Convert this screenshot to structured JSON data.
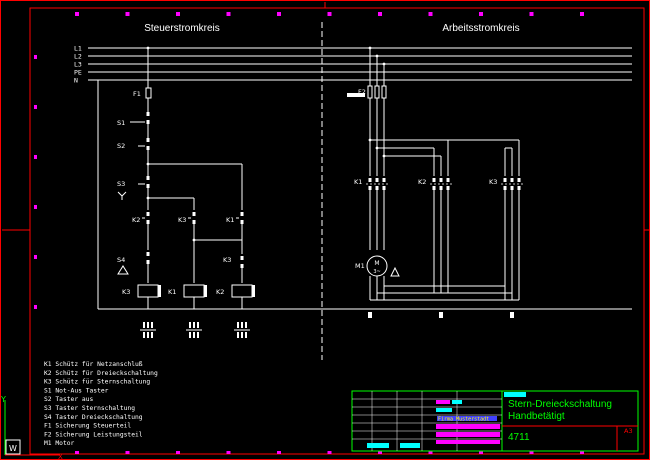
{
  "headers": {
    "left": "Steuerstromkreis",
    "right": "Arbeitsstromkreis"
  },
  "bus_labels": [
    "L1",
    "L2",
    "L3",
    "PE",
    "N"
  ],
  "control": {
    "fuse": "F1",
    "switches": [
      "S1",
      "S2",
      "S3",
      "S4"
    ],
    "contacts": [
      "K2",
      "K3",
      "K1",
      "K3"
    ],
    "coils": [
      "K3",
      "K1",
      "K2"
    ]
  },
  "power": {
    "fuse": "F2",
    "contactors": [
      "K1",
      "K2",
      "K3"
    ],
    "motor": "M1",
    "motor_symbol": "M",
    "motor_phase": "3~"
  },
  "legend": [
    "K1 Schütz für Netzanschluß",
    "K2 Schütz für Dreieckschaltung",
    "K3 Schütz für Sternschaltung",
    "S1 Not-Aus Taster",
    "S2 Taster aus",
    "S3 Taster Sternschaltung",
    "S4 Taster Dreieckschaltung",
    "F1 Sicherung Steuerteil",
    "F2 Sicherung Leistungsteil",
    "M1 Motor"
  ],
  "title_block": {
    "title_line1": "Stern-Dreieckschaltung",
    "title_line2": "Handbetätigt",
    "number": "4711",
    "size": "A3",
    "small_label": "Firma Musterstadt"
  },
  "colors": {
    "wire": "#ffffff",
    "frame": "#ff0000",
    "marker": "#ff00ff",
    "title_text": "#00ff00",
    "title_frame": "#00ff00",
    "accent_cyan": "#00ffff",
    "accent_blue": "#4040ff",
    "accent_yellow": "#ffff00"
  },
  "ucs_labels": {
    "y": "Y",
    "x": "X",
    "w": "W"
  }
}
